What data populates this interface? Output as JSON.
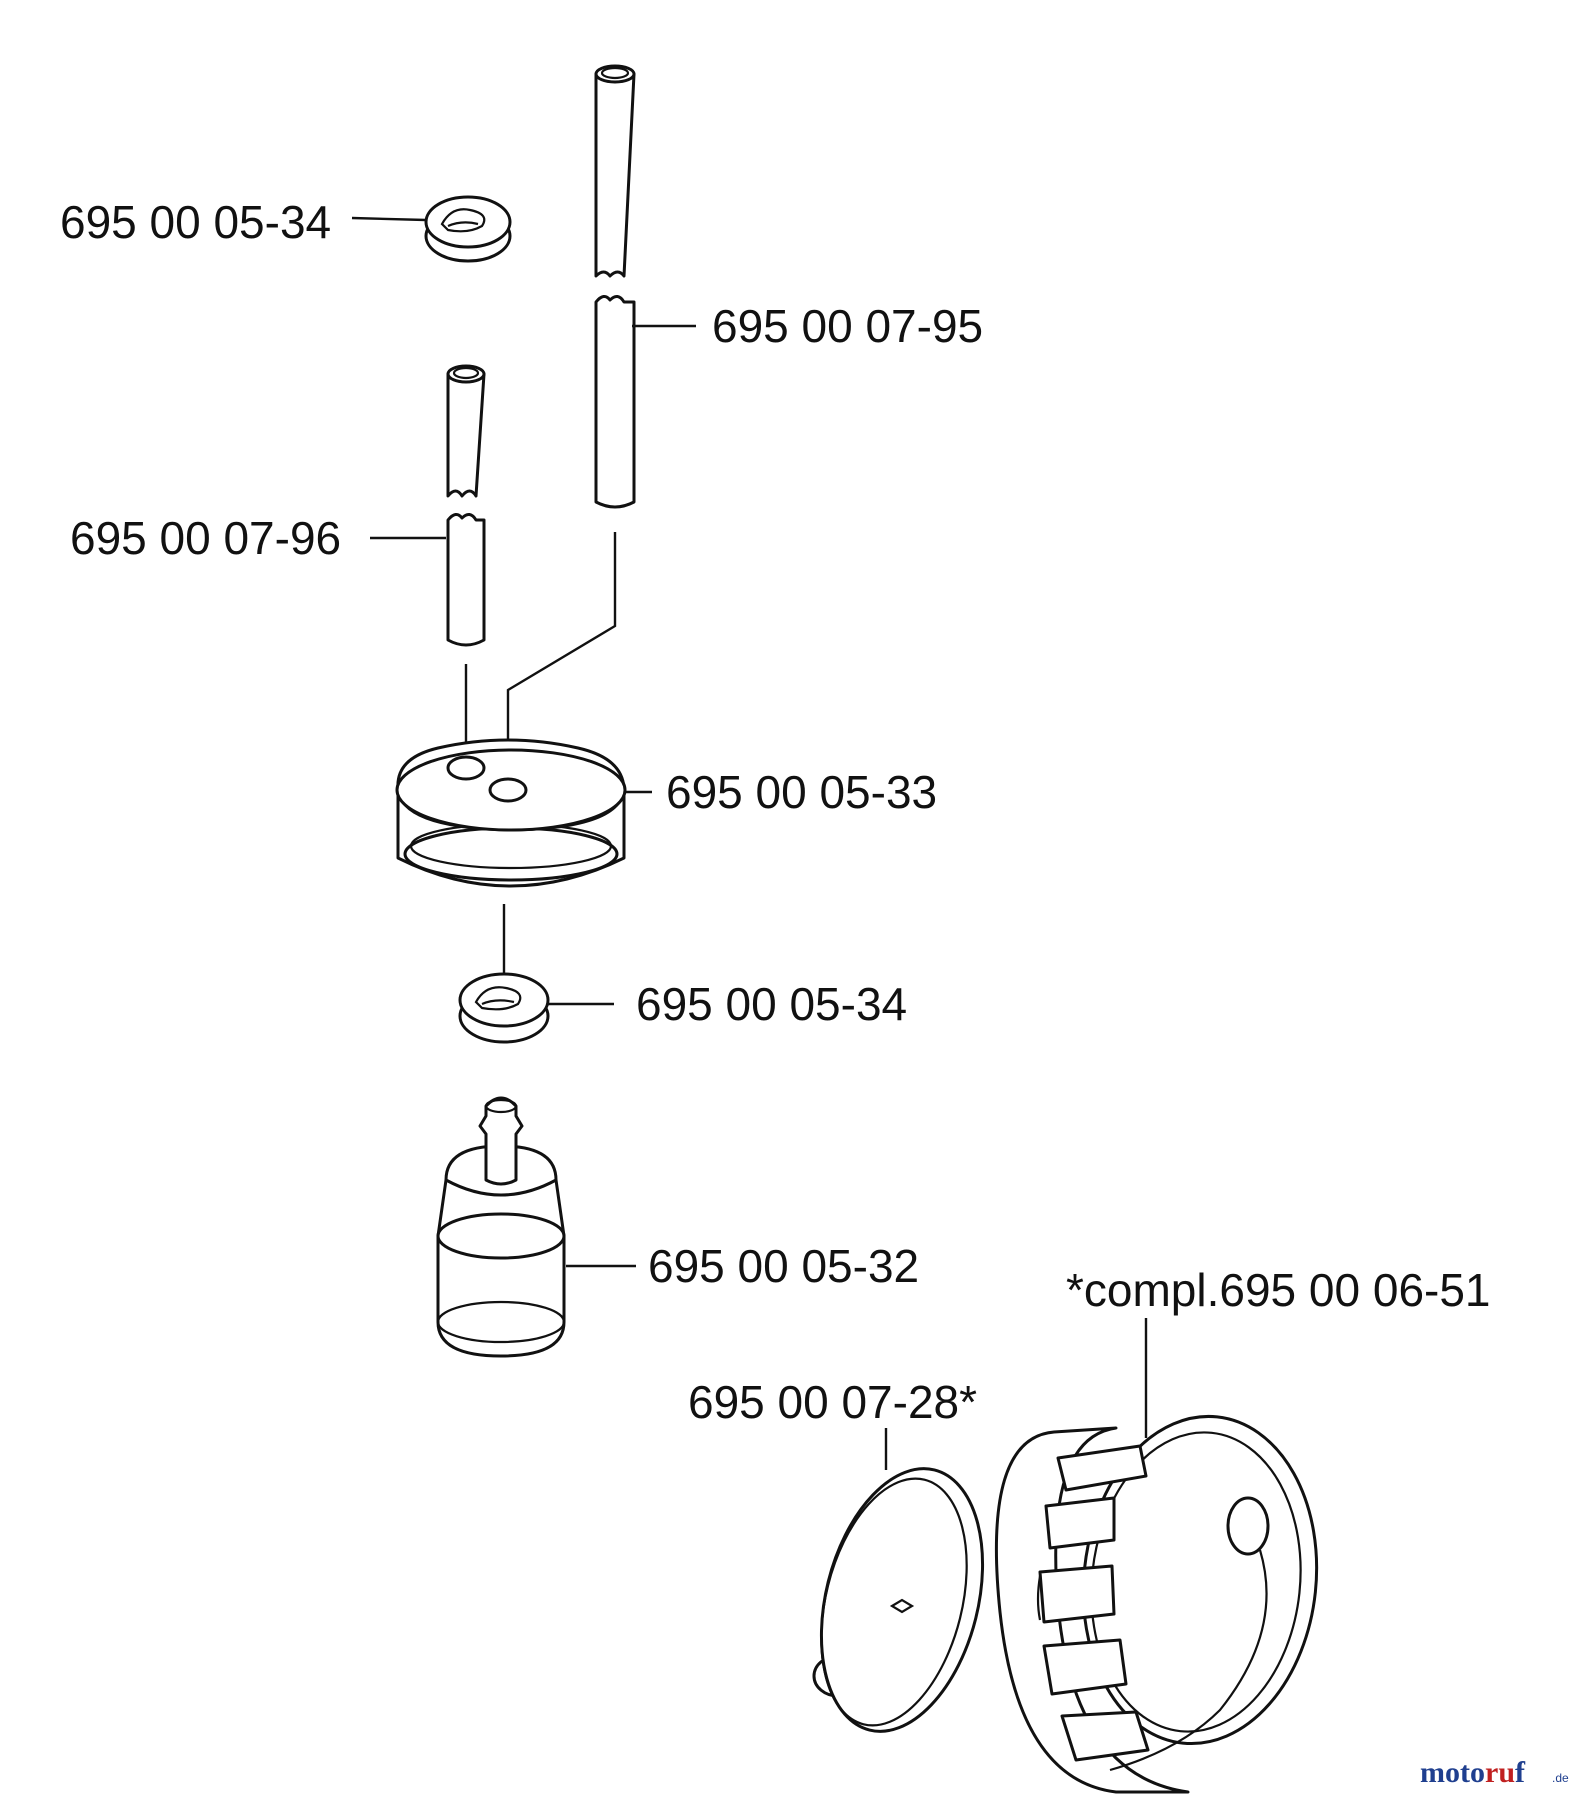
{
  "parts": [
    {
      "id": "filter-washer-top",
      "number": "695 00 05-34"
    },
    {
      "id": "fuel-hose-long",
      "number": "695 00 07-95"
    },
    {
      "id": "fuel-hose-short",
      "number": "695 00 07-96"
    },
    {
      "id": "grommet",
      "number": "695 00 05-33"
    },
    {
      "id": "filter-washer-bottom",
      "number": "695 00 05-34"
    },
    {
      "id": "fuel-filter",
      "number": "695 00 05-32"
    },
    {
      "id": "tank-cap-gasket",
      "number": "695 00 07-28*"
    },
    {
      "id": "tank-cap-complete",
      "number": "*compl.695 00 06-51"
    }
  ],
  "watermark": {
    "name": "motoruf",
    "tld": ".de",
    "colors": {
      "letters": [
        "#1f3f8f",
        "#1f3f8f",
        "#1f3f8f",
        "#1f3f8f",
        "#c02020",
        "#c02020",
        "#1f3f8f"
      ],
      "tld": "#1f3f8f"
    }
  }
}
